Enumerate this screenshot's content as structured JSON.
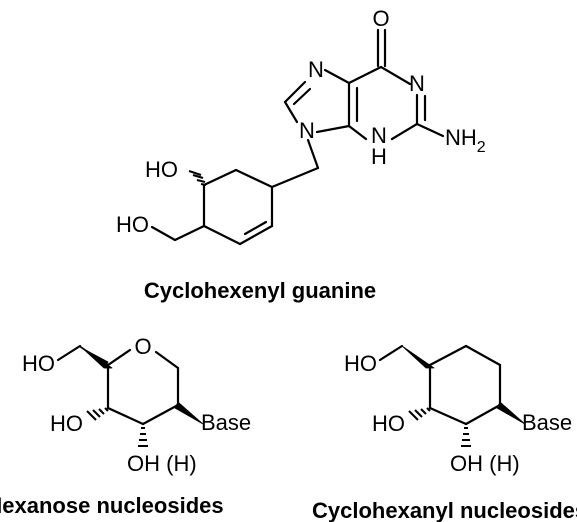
{
  "molecules": [
    {
      "id": "cyclohexenyl-guanine",
      "caption": "Cyclohexenyl guanine",
      "atoms": {
        "carbonyl_o": "O",
        "n7": "N",
        "n1": "N",
        "n9": "N",
        "n3": "N",
        "n3_h": "H",
        "amine": "NH",
        "amine_sub": "2",
        "hydroxyl": "HO",
        "hydroxymethyl": "HO"
      }
    },
    {
      "id": "hexanose-nucleosides",
      "caption": "Hexanose nucleosides",
      "atoms": {
        "ring_o": "O",
        "hydroxymethyl": "HO",
        "hydroxyl_left": "HO",
        "hydroxyl_bottom": "OH (H)",
        "base": "Base"
      }
    },
    {
      "id": "cyclohexanyl-nucleosides",
      "caption": "Cyclohexanyl nucleosides",
      "atoms": {
        "hydroxymethyl": "HO",
        "hydroxyl_left": "HO",
        "hydroxyl_bottom": "OH (H)",
        "base": "Base"
      }
    }
  ]
}
